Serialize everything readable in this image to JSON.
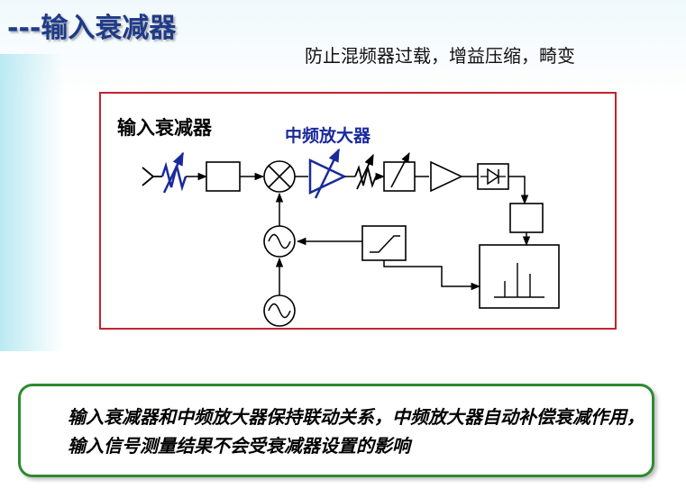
{
  "header": {
    "title": "---输入衰减器",
    "subtitle": "防止混频器过载，增益压缩，畸变"
  },
  "diagram": {
    "attenuator_label": "输入衰减器",
    "if_amplifier_label": "中频放大器",
    "highlight_color": "#1a2a9a",
    "border_color": "#c0252f"
  },
  "note": {
    "text": "输入衰减器和中频放大器保持联动关系，中频放大器自动补偿衰减作用，输入信号测量结果不会受衰减器设置的影响",
    "border_color": "#2e8b2e"
  }
}
